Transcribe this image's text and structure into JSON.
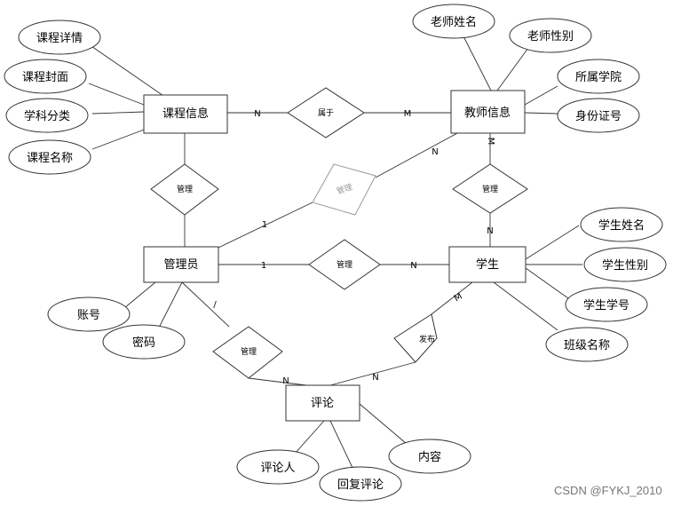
{
  "entities": {
    "course": "课程信息",
    "teacher": "教师信息",
    "admin": "管理员",
    "student": "学生",
    "comment": "评论"
  },
  "attributes": {
    "course_detail": "课程详情",
    "course_cover": "课程封面",
    "subject_category": "学科分类",
    "course_name": "课程名称",
    "teacher_name": "老师姓名",
    "teacher_gender": "老师性别",
    "college": "所属学院",
    "id_number": "身份证号",
    "student_name": "学生姓名",
    "student_gender": "学生性别",
    "student_number": "学生学号",
    "class_name": "班级名称",
    "account": "账号",
    "password": "密码",
    "commenter": "评论人",
    "reply": "回复评论",
    "content": "内容"
  },
  "relationships": {
    "belongs_to": "属于",
    "admin_course": "管理",
    "admin_teacher": "管理",
    "teacher_student": "管理",
    "admin_student": "管理",
    "admin_comment": "管理",
    "publish": "发布"
  },
  "cardinalities": {
    "course_belongs": "N",
    "teacher_belongs": "M",
    "teacher_admin": "N",
    "admin_teacher": "1",
    "teacher_student": "M",
    "student_teacher": "N",
    "admin_student": "1",
    "student_admin": "N",
    "student_publish": "M",
    "comment_publish": "N",
    "admin_comment_admin": "/",
    "admin_comment_comment": "N"
  },
  "watermark": "CSDN @FYKJ_2010",
  "colors": {
    "stroke": "#333333",
    "faded_stroke": "#9a9a9a",
    "faded_text": "#999999",
    "fill": "#ffffff"
  }
}
